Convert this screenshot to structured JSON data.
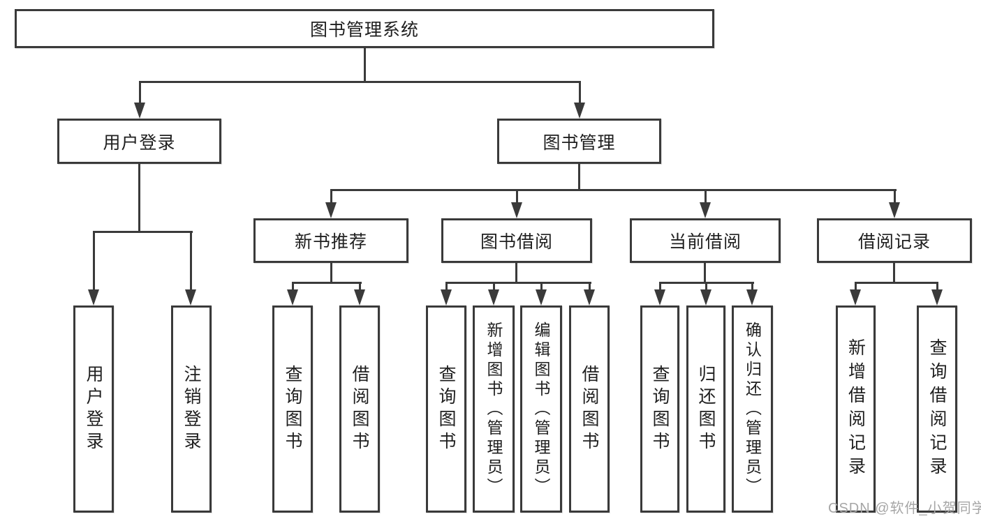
{
  "diagram": {
    "title_node": "图书管理系统",
    "nodes": {
      "root": "图书管理系统",
      "user_login": "用户登录",
      "book_mgmt": "图书管理",
      "new_book": "新书推荐",
      "book_borrow": "图书借阅",
      "current_borrow": "当前借阅",
      "borrow_records": "借阅记录",
      "ul_login": "用户登录",
      "ul_logout": "注销登录",
      "nb_query": "查询图书",
      "nb_borrow": "借阅图书",
      "bb_query": "查询图书",
      "bb_add": "新增图书（管理员）",
      "bb_edit": "编辑图书（管理员）",
      "bb_borrow": "借阅图书",
      "cb_query": "查询图书",
      "cb_return": "归还图书",
      "cb_confirm": "确认归还（管理员）",
      "br_add": "新增借阅记录",
      "br_query": "查询借阅记录"
    },
    "hierarchy": {
      "图书管理系统": {
        "用户登录": [
          "用户登录",
          "注销登录"
        ],
        "图书管理": {
          "新书推荐": [
            "查询图书",
            "借阅图书"
          ],
          "图书借阅": [
            "查询图书",
            "新增图书（管理员）",
            "编辑图书（管理员）",
            "借阅图书"
          ],
          "当前借阅": [
            "查询图书",
            "归还图书",
            "确认归还（管理员）"
          ],
          "借阅记录": [
            "新增借阅记录",
            "查询借阅记录"
          ]
        }
      }
    },
    "watermark": "CSDN @软件_小贺同学",
    "colors": {
      "line": "#3a3a3a",
      "text": "#1f1f1f",
      "background": "#ffffff",
      "watermark": "#a6a6a6"
    }
  }
}
